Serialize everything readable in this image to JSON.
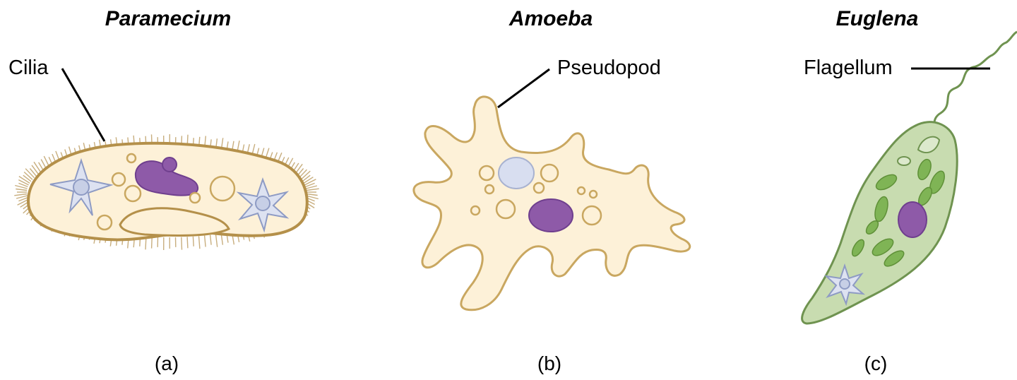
{
  "panels": [
    {
      "title": "Paramecium",
      "callout": "Cilia",
      "caption": "(a)",
      "colors": {
        "body": "#fdf1d8",
        "outline": "#b4904a",
        "nucleus": "#8e5aa8",
        "vacuole_star": "#dde2f1"
      }
    },
    {
      "title": "Amoeba",
      "callout": "Pseudopod",
      "caption": "(b)",
      "colors": {
        "body": "#fdf1d8",
        "outline": "#c9a760",
        "nucleus": "#8e5aa8",
        "vacuole": "#d8def0"
      }
    },
    {
      "title": "Euglena",
      "callout": "Flagellum",
      "caption": "(c)",
      "colors": {
        "body": "#c8dcb0",
        "outline": "#6f9350",
        "chloroplast": "#7fb455",
        "nucleus": "#8e5aa8"
      }
    }
  ]
}
